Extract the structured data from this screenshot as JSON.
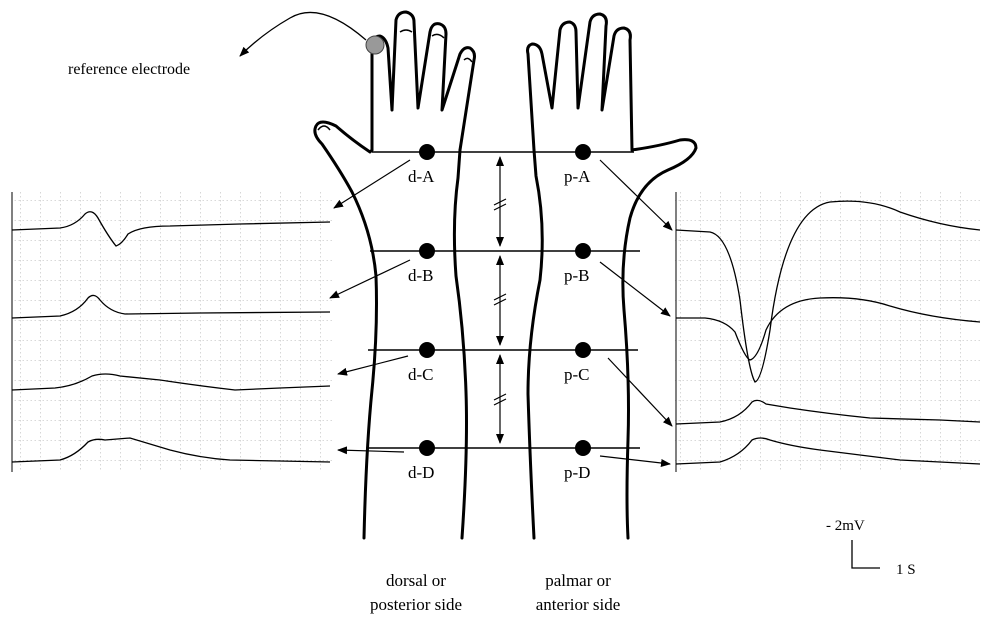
{
  "reference_label": "reference electrode",
  "electrodes": {
    "dA": "d-A",
    "dB": "d-B",
    "dC": "d-C",
    "dD": "d-D",
    "pA": "p-A",
    "pB": "p-B",
    "pC": "p-C",
    "pD": "p-D"
  },
  "side_labels": {
    "dorsal_line1": "dorsal or",
    "dorsal_line2": "posterior side",
    "palmar_line1": "palmar or",
    "palmar_line2": "anterior side"
  },
  "scale": {
    "voltage": "- 2mV",
    "time": "1 S"
  }
}
